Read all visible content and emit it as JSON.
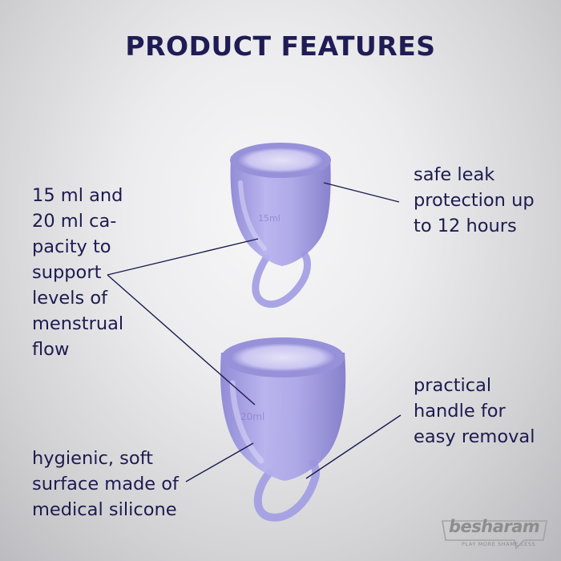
{
  "header": {
    "title": "PRODUCT FEATURES"
  },
  "features": {
    "capacity": "15 ml and\n20 ml ca-\npacity to\nsupport\nlevels of\nmenstrual\nflow",
    "leak": "safe leak\nprotection up\nto 12 hours",
    "handle": "practical\nhandle for\neasy removal",
    "silicone": "hygienic, soft\nsurface made of\nmedical silicone"
  },
  "cups": {
    "small_label": "15ml",
    "large_label": "20ml"
  },
  "brand": {
    "name": "besharam",
    "tagline": "PLAY MORE SHAME LESS"
  },
  "colors": {
    "text": "#1d1b4f",
    "cup": "#a9a4e6",
    "cup_dark": "#7f78c9"
  }
}
